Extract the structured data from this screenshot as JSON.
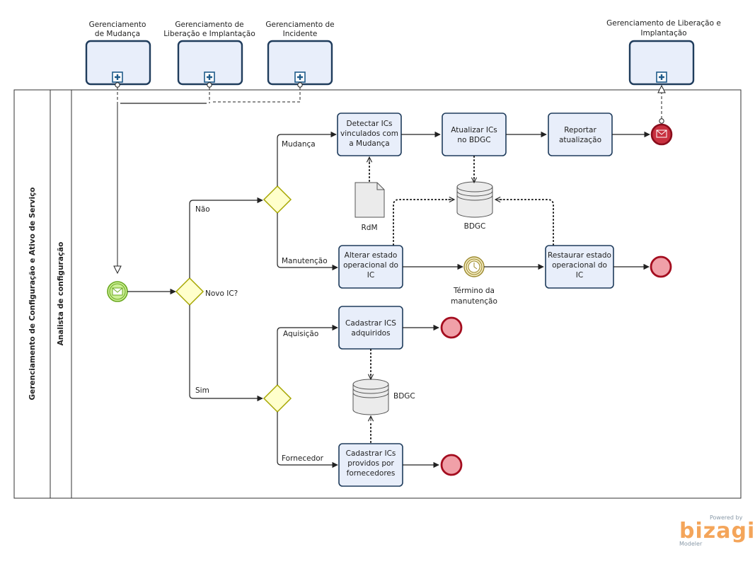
{
  "pool_title": "Gerenciamento de Configuração e Ativo de Serviço",
  "lane_title": "Analista de configuração",
  "subprocesses": {
    "mudanca": [
      "Gerenciamento",
      "de Mudança"
    ],
    "liberacao": [
      "Gerenciamento de",
      "Liberação e Implantação"
    ],
    "incidente": [
      "Gerenciamento de",
      "Incidente"
    ],
    "liberacao_right": [
      "Gerenciamento de Liberação e",
      "Implantação"
    ]
  },
  "tasks": {
    "detectar": [
      "Detectar ICs",
      "vinculados com",
      "a Mudança"
    ],
    "atualizar": [
      "Atualizar ICs",
      "no BDGC"
    ],
    "reportar": [
      "Reportar",
      "atualização"
    ],
    "alterar": [
      "Alterar estado",
      "operacional do",
      "IC"
    ],
    "restaurar": [
      "Restaurar estado",
      "operacional do",
      "IC"
    ],
    "cadastrar_adquiridos": [
      "Cadastrar ICS",
      "adquiridos"
    ],
    "cadastrar_fornecedores": [
      "Cadastrar ICs",
      "providos por",
      "fornecedores"
    ]
  },
  "gateways": {
    "novo_ic": "Novo IC?",
    "nao": "Não",
    "sim": "Sim",
    "mudanca": "Mudança",
    "manutencao": "Manutenção",
    "aquisicao": "Aquisição",
    "fornecedor": "Fornecedor"
  },
  "artifacts": {
    "rdm": "RdM",
    "bdgc_top": "BDGC",
    "bdgc_bottom": "BDGC"
  },
  "timer_label": [
    "Término da",
    "manutenção"
  ],
  "branding": {
    "powered_by": "Powered by",
    "logo": "bizagi",
    "product": "Modeler"
  }
}
